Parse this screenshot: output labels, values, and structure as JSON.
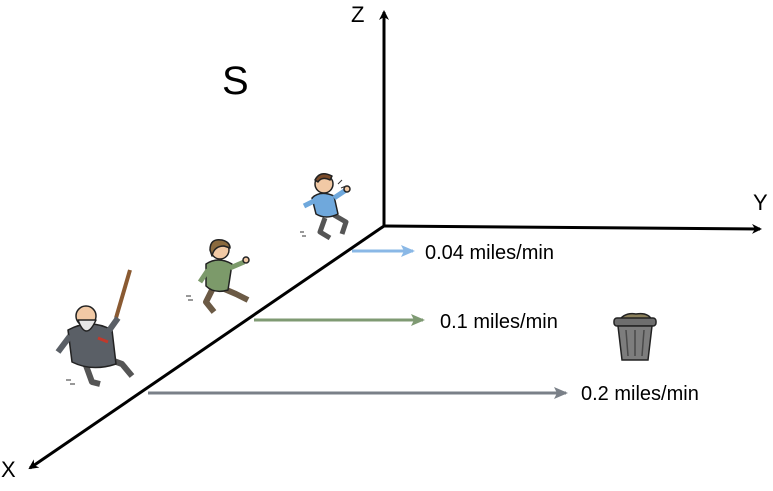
{
  "frame_label": "S",
  "axes": {
    "x": "X",
    "y": "Y",
    "z": "Z"
  },
  "velocities": [
    {
      "label": "0.04 miles/min",
      "color": "#8ab8e6",
      "runner": "child"
    },
    {
      "label": "0.1 miles/min",
      "color": "#7f9a73",
      "runner": "woman"
    },
    {
      "label": "0.2 miles/min",
      "color": "#7a8088",
      "runner": "old-man"
    }
  ],
  "objects": [
    "trash-can-icon"
  ],
  "colors": {
    "axis": "#000000",
    "child_shirt": "#6fa8dc",
    "woman_shirt": "#7c9a6a",
    "man_coat": "#5a5f66"
  }
}
